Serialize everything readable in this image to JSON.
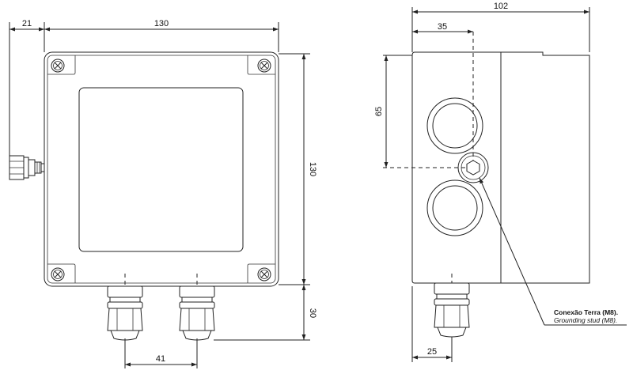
{
  "dimensions": {
    "front_left_offset": "21",
    "front_width": "130",
    "front_height": "130",
    "gland_length": "30",
    "gland_spacing": "41",
    "side_depth": "102",
    "side_ground_offset_x": "35",
    "side_ground_offset_y": "65",
    "side_gland_offset": "25"
  },
  "callout": {
    "title": "Conexão Terra (M8).",
    "subtitle": "Grounding stud (M8)."
  }
}
